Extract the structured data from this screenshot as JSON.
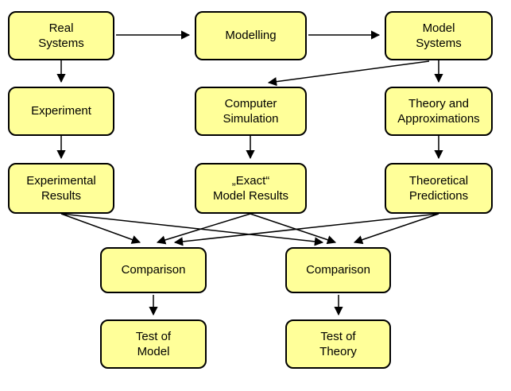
{
  "diagram": {
    "type": "flowchart",
    "colors": {
      "background": "#ffffff",
      "node_fill": "#ffff99",
      "node_border": "#000000",
      "edge": "#000000"
    },
    "nodes": {
      "real_systems": {
        "label": "Real\nSystems"
      },
      "modelling": {
        "label": "Modelling"
      },
      "model_systems": {
        "label": "Model\nSystems"
      },
      "experiment": {
        "label": "Experiment"
      },
      "computer_simulation": {
        "label": "Computer\nSimulation"
      },
      "theory_approx": {
        "label": "Theory and\nApproximations"
      },
      "experimental_results": {
        "label": "Experimental\nResults"
      },
      "exact_model_results": {
        "label": "„Exact“\nModel Results"
      },
      "theoretical_predictions": {
        "label": "Theoretical\nPredictions"
      },
      "comparison_left": {
        "label": "Comparison"
      },
      "comparison_right": {
        "label": "Comparison"
      },
      "test_of_model": {
        "label": "Test of\nModel"
      },
      "test_of_theory": {
        "label": "Test of\nTheory"
      }
    },
    "edges": [
      {
        "from": "real_systems",
        "to": "modelling"
      },
      {
        "from": "modelling",
        "to": "model_systems"
      },
      {
        "from": "real_systems",
        "to": "experiment"
      },
      {
        "from": "model_systems",
        "to": "computer_simulation"
      },
      {
        "from": "model_systems",
        "to": "theory_approx"
      },
      {
        "from": "experiment",
        "to": "experimental_results"
      },
      {
        "from": "computer_simulation",
        "to": "exact_model_results"
      },
      {
        "from": "theory_approx",
        "to": "theoretical_predictions"
      },
      {
        "from": "experimental_results",
        "to": "comparison_left"
      },
      {
        "from": "experimental_results",
        "to": "comparison_right"
      },
      {
        "from": "exact_model_results",
        "to": "comparison_left"
      },
      {
        "from": "exact_model_results",
        "to": "comparison_right"
      },
      {
        "from": "theoretical_predictions",
        "to": "comparison_left"
      },
      {
        "from": "theoretical_predictions",
        "to": "comparison_right"
      },
      {
        "from": "comparison_left",
        "to": "test_of_model"
      },
      {
        "from": "comparison_right",
        "to": "test_of_theory"
      }
    ]
  }
}
